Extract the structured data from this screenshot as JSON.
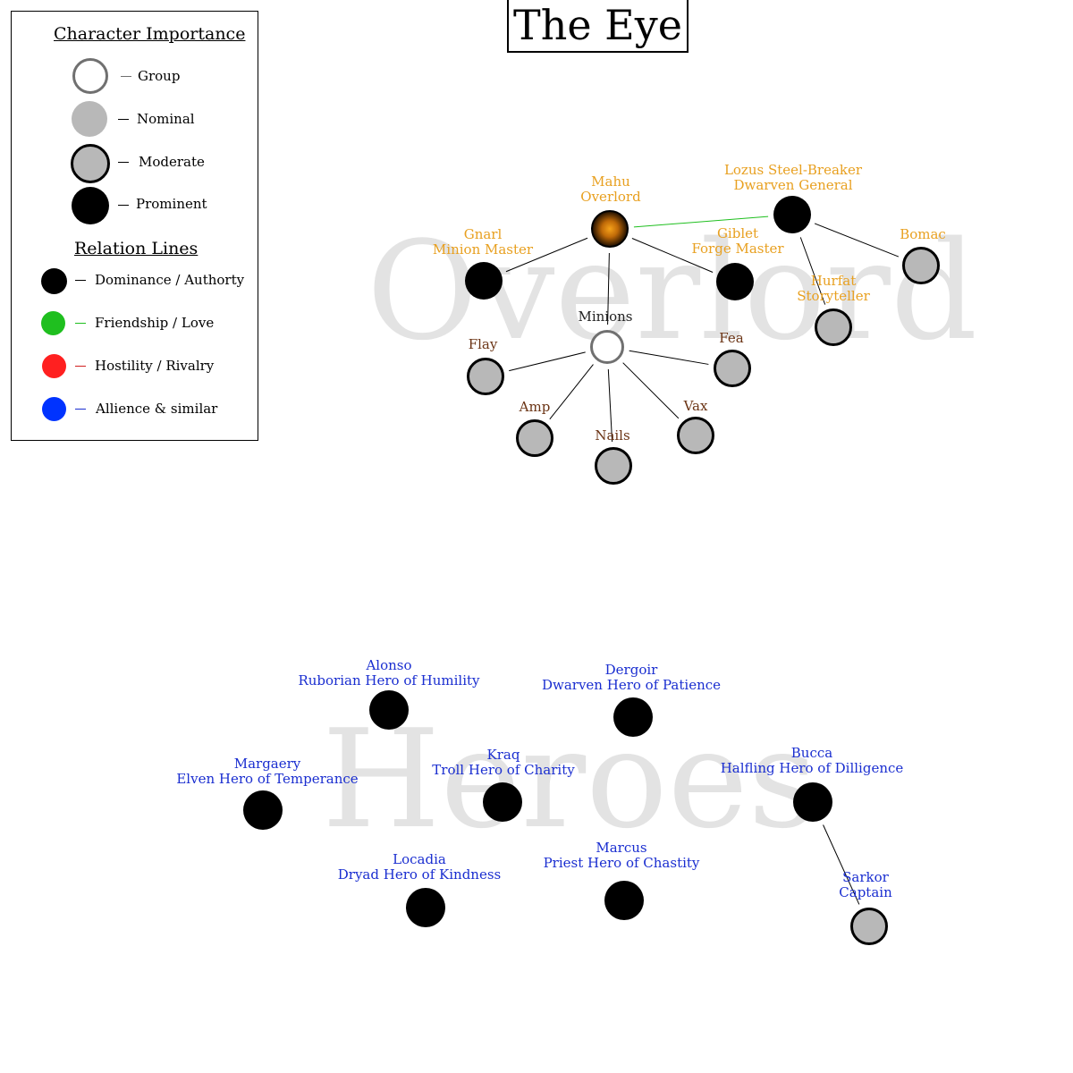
{
  "title": "The Eye",
  "legend": {
    "importance_heading": "Character Importance",
    "importance_items": [
      {
        "label": "Group",
        "style": "group"
      },
      {
        "label": "Nominal",
        "style": "nominal"
      },
      {
        "label": "Moderate",
        "style": "moderate"
      },
      {
        "label": "Prominent",
        "style": "prominent"
      }
    ],
    "relations_heading": "Relation Lines",
    "relation_items": [
      {
        "label": "Dominance / Authorty",
        "color": "#000000"
      },
      {
        "label": "Friendship / Love",
        "color": "#1fbf1f"
      },
      {
        "label": "Hostility / Rivalry",
        "color": "#ff2020"
      },
      {
        "label": "Allience & similar",
        "color": "#0033ff"
      }
    ]
  },
  "watermarks": {
    "overlord": "Overlord",
    "heroes": "Heroes"
  },
  "colors": {
    "overlord_label": "#e8a020",
    "minion_label": "#6b3415",
    "hero_label": "#1a2ed0",
    "nominal_fill": "#b8b8b8",
    "group_stroke": "#707070",
    "friendship_line": "#1fbf1f"
  },
  "nodes": [
    {
      "id": "mahu",
      "lines": [
        "Mahu",
        "Overlord"
      ],
      "importance": "overlord",
      "label_color": "overlord"
    },
    {
      "id": "lozus",
      "lines": [
        "Lozus Steel-Breaker",
        "Dwarven General"
      ],
      "importance": "prominent",
      "label_color": "overlord"
    },
    {
      "id": "gnarl",
      "lines": [
        "Gnarl",
        "Minion Master"
      ],
      "importance": "prominent",
      "label_color": "overlord"
    },
    {
      "id": "giblet",
      "lines": [
        "Giblet",
        "Forge Master"
      ],
      "importance": "prominent",
      "label_color": "overlord"
    },
    {
      "id": "bomac",
      "lines": [
        "Bomac"
      ],
      "importance": "moderate",
      "label_color": "overlord"
    },
    {
      "id": "hurfat",
      "lines": [
        "Hurfat",
        "Storyteller"
      ],
      "importance": "moderate",
      "label_color": "overlord"
    },
    {
      "id": "minions",
      "lines": [
        "Minions"
      ],
      "importance": "group",
      "label_color": "black"
    },
    {
      "id": "flay",
      "lines": [
        "Flay"
      ],
      "importance": "moderate",
      "label_color": "minion"
    },
    {
      "id": "fea",
      "lines": [
        "Fea"
      ],
      "importance": "moderate",
      "label_color": "minion"
    },
    {
      "id": "amp",
      "lines": [
        "Amp"
      ],
      "importance": "moderate",
      "label_color": "minion"
    },
    {
      "id": "vax",
      "lines": [
        "Vax"
      ],
      "importance": "moderate",
      "label_color": "minion"
    },
    {
      "id": "nails",
      "lines": [
        "Nails"
      ],
      "importance": "moderate",
      "label_color": "minion"
    },
    {
      "id": "alonso",
      "lines": [
        "Alonso",
        "Ruborian Hero of Humility"
      ],
      "importance": "prominent",
      "label_color": "hero"
    },
    {
      "id": "dergoir",
      "lines": [
        "Dergoir",
        "Dwarven Hero of Patience"
      ],
      "importance": "prominent",
      "label_color": "hero"
    },
    {
      "id": "margaery",
      "lines": [
        "Margaery",
        "Elven Hero of Temperance"
      ],
      "importance": "prominent",
      "label_color": "hero"
    },
    {
      "id": "kraq",
      "lines": [
        "Kraq",
        "Troll Hero of Charity"
      ],
      "importance": "prominent",
      "label_color": "hero"
    },
    {
      "id": "bucca",
      "lines": [
        "Bucca",
        "Halfling Hero of Dilligence"
      ],
      "importance": "prominent",
      "label_color": "hero"
    },
    {
      "id": "locadia",
      "lines": [
        "Locadia",
        "Dryad Hero of Kindness"
      ],
      "importance": "prominent",
      "label_color": "hero"
    },
    {
      "id": "marcus",
      "lines": [
        "Marcus",
        "Priest Hero of Chastity"
      ],
      "importance": "prominent",
      "label_color": "hero"
    },
    {
      "id": "sarkor",
      "lines": [
        "Sarkor",
        "Captain"
      ],
      "importance": "moderate",
      "label_color": "hero"
    }
  ],
  "edges": [
    {
      "from": "mahu",
      "to": "gnarl",
      "type": "dominance"
    },
    {
      "from": "mahu",
      "to": "giblet",
      "type": "dominance"
    },
    {
      "from": "mahu",
      "to": "minions",
      "type": "dominance"
    },
    {
      "from": "mahu",
      "to": "lozus",
      "type": "friendship"
    },
    {
      "from": "lozus",
      "to": "bomac",
      "type": "dominance"
    },
    {
      "from": "lozus",
      "to": "hurfat",
      "type": "dominance"
    },
    {
      "from": "minions",
      "to": "flay",
      "type": "dominance"
    },
    {
      "from": "minions",
      "to": "fea",
      "type": "dominance"
    },
    {
      "from": "minions",
      "to": "amp",
      "type": "dominance"
    },
    {
      "from": "minions",
      "to": "vax",
      "type": "dominance"
    },
    {
      "from": "minions",
      "to": "nails",
      "type": "dominance"
    },
    {
      "from": "bucca",
      "to": "sarkor",
      "type": "dominance"
    }
  ]
}
